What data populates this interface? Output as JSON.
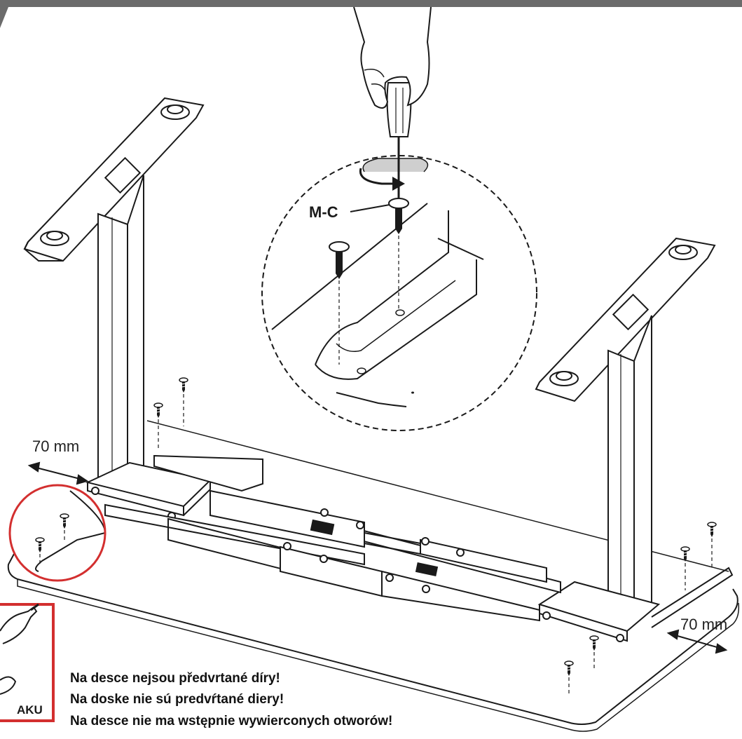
{
  "labels": {
    "screw_callout": "M-C",
    "dim_left": "70 mm",
    "dim_right": "70 mm",
    "tool_badge": "AKU"
  },
  "notes": [
    "Na desce nejsou předvrtané díry!",
    "Na doske nie sú predvŕtané diery!",
    "Na desce nie ma wstępnie wywierconych otworów!"
  ],
  "colors": {
    "line": "#1a1a1a",
    "header_bar": "#6b6b6b",
    "highlight_red": "#d32f2f",
    "background": "#ffffff"
  },
  "icons": [
    "hand-icon",
    "screwdriver-icon",
    "rotation-arrow-icon",
    "screw-icon",
    "drill-icon"
  ]
}
